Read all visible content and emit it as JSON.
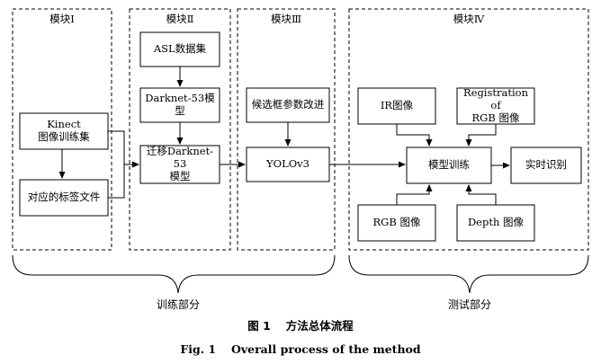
{
  "modules": {
    "m1": "模块Ⅰ",
    "m2": "模块Ⅱ",
    "m3": "模块Ⅲ",
    "m4": "模块Ⅳ"
  },
  "boxes": {
    "kinect": "Kinect\n图像训练集",
    "labels": "对应的标签文件",
    "asl": "ASL数据集",
    "darknet": "Darknet-53模型",
    "transfer": "迁移Darknet-53\n模型",
    "anchor": "候选框参数改进",
    "yolo": "YOLOv3",
    "ir": "IR图像",
    "reg": "Registration of\nRGB 图像",
    "train": "模型训练",
    "rgb": "RGB 图像",
    "depth": "Depth 图像",
    "realtime": "实时识别"
  },
  "parts": {
    "train": "训练部分",
    "test": "测试部分"
  },
  "caption": {
    "cn": "图 1　 方法总体流程",
    "en": "Fig. 1　 Overall process of the method"
  }
}
